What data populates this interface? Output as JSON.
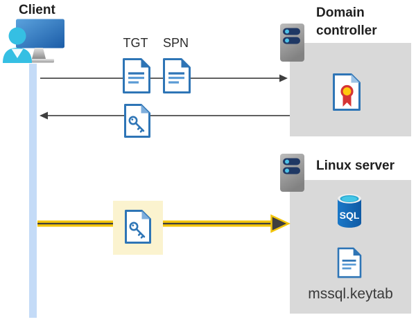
{
  "diagram": {
    "client": {
      "title": "Client"
    },
    "tickets": {
      "tgt_label": "TGT",
      "spn_label": "SPN"
    },
    "domain_controller": {
      "title": "Domain controller"
    },
    "linux_server": {
      "title": "Linux server",
      "database_label": "SQL",
      "keytab_label": "mssql.keytab"
    },
    "icons": [
      "client-computer-user-icon",
      "tgt-document-icon",
      "spn-document-icon",
      "key-ticket-document-icon",
      "server-icon",
      "certificate-icon",
      "sql-database-icon",
      "keytab-document-icon"
    ],
    "colors": {
      "accent_yellow": "#F3C50B",
      "highlight_yellow": "#FBF3CF",
      "box_gray": "#D9D9D9",
      "lifeline_blue": "#C4DBF7",
      "document_blue": "#2E75B6",
      "document_blue_light": "#5B9BD5",
      "arrow_gray": "#3F3F3F",
      "server_navy": "#1F3864",
      "server_dot_cyan": "#4EC2E8",
      "sql_blue": "#1465B4",
      "cert_red": "#D63434",
      "cert_yellow": "#FFC90E",
      "person_cyan": "#35BFE3"
    }
  }
}
